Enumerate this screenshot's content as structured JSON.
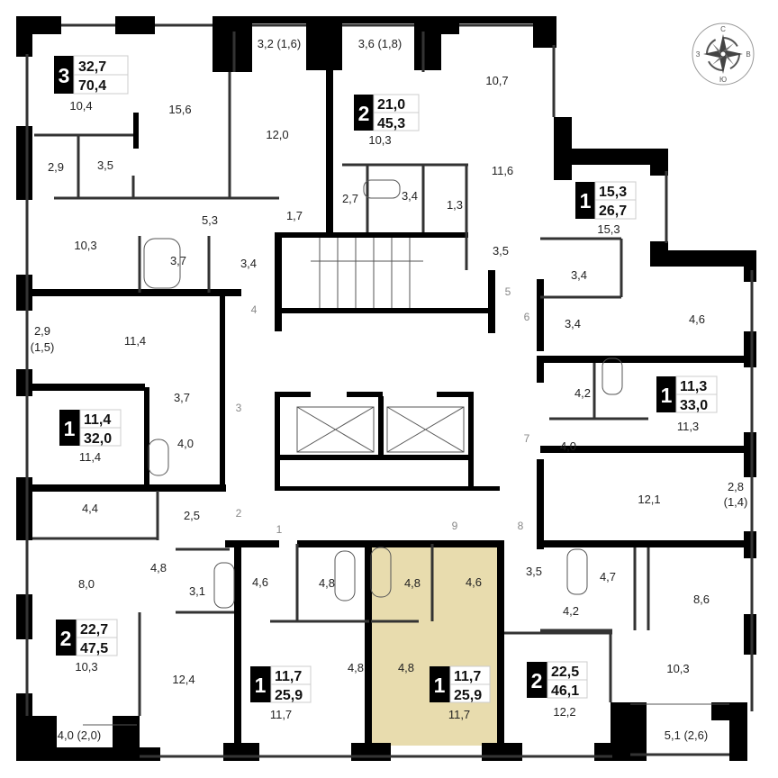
{
  "plan": {
    "highlight_color": "#e8dcae",
    "apartments": [
      {
        "rooms": "3",
        "living": "32,7",
        "total": "70,4"
      },
      {
        "rooms": "2",
        "living": "21,0",
        "total": "45,3"
      },
      {
        "rooms": "1",
        "living": "15,3",
        "total": "26,7"
      },
      {
        "rooms": "1",
        "living": "11,3",
        "total": "33,0"
      },
      {
        "rooms": "1",
        "living": "11,4",
        "total": "32,0"
      },
      {
        "rooms": "2",
        "living": "22,7",
        "total": "47,5"
      },
      {
        "rooms": "1",
        "living": "11,7",
        "total": "25,9"
      },
      {
        "rooms": "1",
        "living": "11,7",
        "total": "25,9",
        "highlighted": true
      },
      {
        "rooms": "2",
        "living": "22,5",
        "total": "46,1"
      }
    ],
    "rooms": [
      "10,4",
      "15,6",
      "12,0",
      "3,2 (1,6)",
      "3,6 (1,8)",
      "10,3",
      "10,7",
      "11,6",
      "15,3",
      "2,9",
      "3,5",
      "2,7",
      "3,4",
      "1,3",
      "1,7",
      "5,3",
      "10,3",
      "3,7",
      "3,4",
      "3,5",
      "3,4",
      "3,4",
      "4,6",
      "2,9",
      "(1,5)",
      "11,4",
      "3,7",
      "4,2",
      "11,3",
      "4,0",
      "11,4",
      "4,0",
      "12,1",
      "2,8",
      "(1,4)",
      "4,4",
      "2,5",
      "8,0",
      "4,8",
      "3,1",
      "4,6",
      "4,8",
      "4,8",
      "4,6",
      "3,5",
      "4,7",
      "8,6",
      "4,2",
      "4,8",
      "4,8",
      "10,3",
      "12,4",
      "11,7",
      "11,7",
      "12,2",
      "10,3",
      "4,0 (2,0)",
      "5,1 (2,6)"
    ],
    "doors": [
      "1",
      "2",
      "3",
      "4",
      "5",
      "6",
      "7",
      "8",
      "9"
    ],
    "compass": {
      "north": "С",
      "east": "В",
      "south": "Ю",
      "west": "З"
    }
  }
}
